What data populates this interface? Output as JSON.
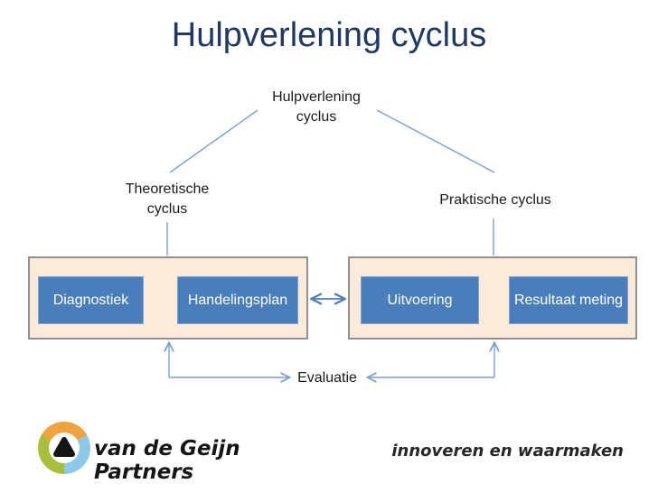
{
  "slide": {
    "title": "Hulpverlening cyclus"
  },
  "diagram": {
    "root_label": {
      "line1": "Hulpverlening",
      "line2": "cyclus"
    },
    "left_branch_label": {
      "line1": "Theoretische",
      "line2": "cyclus"
    },
    "right_branch_label": "Praktische cyclus",
    "left_group": {
      "name": "theoretische-cyclus",
      "boxes": [
        {
          "label": "Diagnostiek"
        },
        {
          "label": "Handelingsplan"
        }
      ]
    },
    "right_group": {
      "name": "praktische-cyclus",
      "boxes": [
        {
          "label": "Uitvoering"
        },
        {
          "label": "Resultaat meting"
        }
      ]
    },
    "evaluation_label": "Evaluatie"
  },
  "footer": {
    "brand": "van de Geijn Partners",
    "tagline": "innoveren en waarmaken",
    "logo": "swirl-logo"
  },
  "colors": {
    "title": "#1F3864",
    "box_fill": "#4A7EBB",
    "box_border": "#7FA5D3",
    "group_fill": "#FCEBDB",
    "group_border": "#909090",
    "connector": "#7C9FD1",
    "arrow": "#4C7DB4",
    "logo_orange": "#F0A23D",
    "logo_green": "#A9BF3C",
    "logo_blue": "#8CC8E8"
  }
}
